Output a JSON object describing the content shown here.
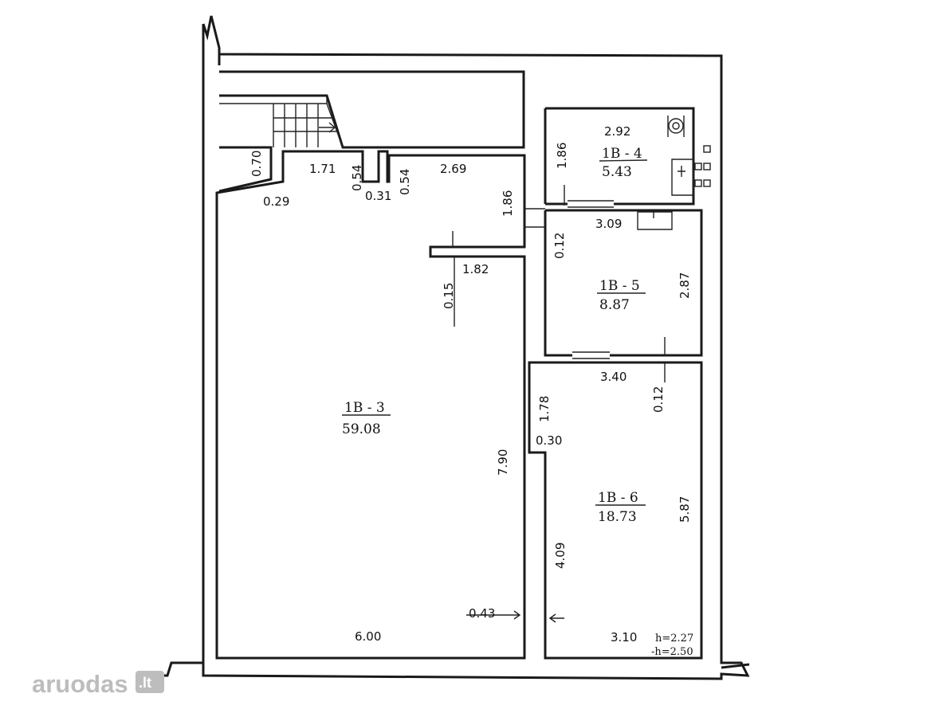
{
  "rooms": [
    {
      "id": "1B - 3",
      "area": "59.08"
    },
    {
      "id": "1B - 4",
      "area": "5.43"
    },
    {
      "id": "1B - 5",
      "area": "8.87"
    },
    {
      "id": "1B - 6",
      "area": "18.73"
    }
  ],
  "dimensions": {
    "d_070": "0.70",
    "d_029": "0.29",
    "d_171": "1.71",
    "d_054a": "0.54",
    "d_031": "0.31",
    "d_054b": "0.54",
    "d_269": "2.69",
    "d_186a": "1.86",
    "d_186b": "1.86",
    "d_292": "2.92",
    "d_309": "3.09",
    "d_012a": "0.12",
    "d_182": "1.82",
    "d_015": "0.15",
    "d_287": "2.87",
    "d_340": "3.40",
    "d_012b": "0.12",
    "d_178": "1.78",
    "d_030": "0.30",
    "d_790": "7.90",
    "d_587": "5.87",
    "d_409": "4.09",
    "d_043": "0.43",
    "d_600": "6.00",
    "d_310": "3.10"
  },
  "heights": {
    "h1": "h=2.27",
    "h2": "-h=2.50"
  },
  "watermark": {
    "brand": "aruodas",
    "tld": ".lt"
  }
}
